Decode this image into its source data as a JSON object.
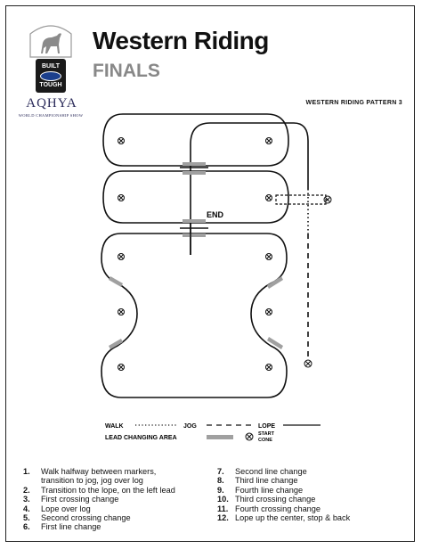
{
  "header": {
    "title": "Western Riding",
    "subtitle": "FINALS",
    "pattern_label": "WESTERN RIDING PATTERN 3"
  },
  "branding": {
    "badge_line1": "BUILT",
    "badge_line2": "TOUGH",
    "org_name": "AQHYA",
    "org_tagline": "WORLD CHAMPIONSHIP SHOW",
    "brand_color": "#2b2b5a"
  },
  "diagram": {
    "end_label": "END",
    "marker_icon": "x-circle-icon"
  },
  "legend": {
    "walk": "WALK",
    "jog": "JOG",
    "lope": "LOPE",
    "lead_changing_area": "LEAD CHANGING AREA",
    "start_cone_line1": "START",
    "start_cone_line2": "CONE",
    "lead_area_color": "#a0a0a0"
  },
  "steps_left": [
    {
      "num": "1.",
      "text": "Walk halfway between markers,\ntransition to jog, jog over log"
    },
    {
      "num": "2.",
      "text": "Transition to the lope, on the left lead"
    },
    {
      "num": "3.",
      "text": "First crossing change"
    },
    {
      "num": "4.",
      "text": "Lope over log"
    },
    {
      "num": "5.",
      "text": "Second crossing change"
    },
    {
      "num": "6.",
      "text": "First line change"
    }
  ],
  "steps_right": [
    {
      "num": "7.",
      "text": "Second line change"
    },
    {
      "num": "8.",
      "text": "Third line change"
    },
    {
      "num": "9.",
      "text": "Fourth line change"
    },
    {
      "num": "10.",
      "text": "Third crossing change"
    },
    {
      "num": "11.",
      "text": "Fourth crossing change"
    },
    {
      "num": "12.",
      "text": "Lope up the center, stop & back"
    }
  ]
}
